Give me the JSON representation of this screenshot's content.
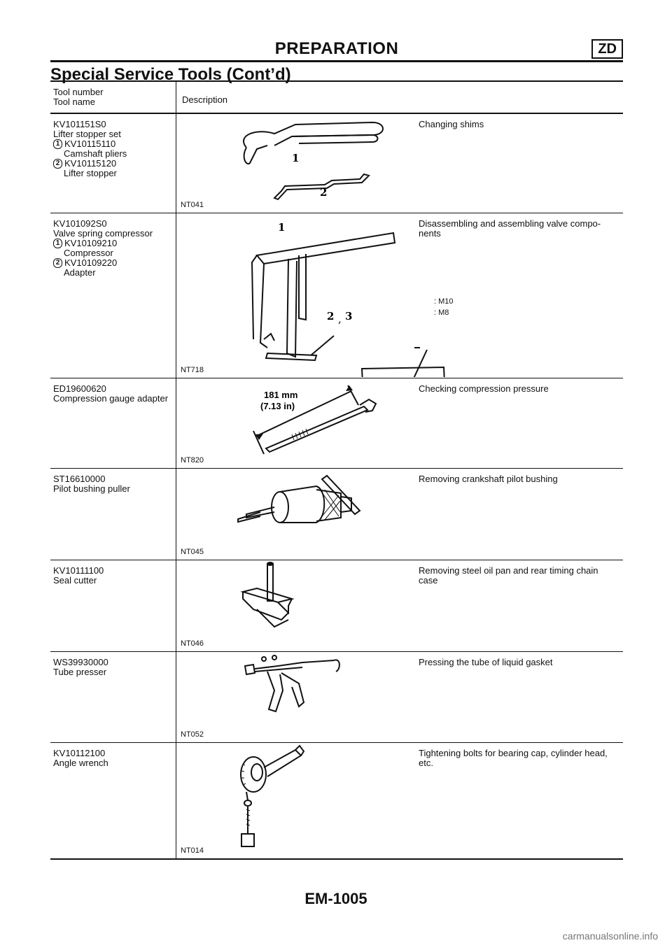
{
  "header": {
    "title": "PREPARATION",
    "section": "ZD",
    "subtitle": "Special Service Tools (Cont’d)"
  },
  "table": {
    "col1_header_line1": "Tool number",
    "col1_header_line2": "Tool name",
    "col2_header": "Description",
    "rows": [
      {
        "number": "KV101151S0",
        "name": "Lifter stopper set",
        "parts": [
          {
            "mark": "1",
            "number": "KV10115110",
            "name": "Camshaft pliers"
          },
          {
            "mark": "2",
            "number": "KV10115120",
            "name": "Lifter stopper"
          }
        ],
        "figure": "NT041",
        "description": "Changing shims"
      },
      {
        "number": "KV101092S0",
        "name": "Valve spring compressor",
        "parts": [
          {
            "mark": "1",
            "number": "KV10109210",
            "name": "Compressor"
          },
          {
            "mark": "2",
            "number": "KV10109220",
            "name": "Adapter"
          }
        ],
        "figure": "NT718",
        "description": "Disassembling and assembling valve compo-nents",
        "callouts": {
          "m10": ": M10",
          "m8": ": M8",
          "mark1": "1",
          "mark2": "2",
          "mark3": "3",
          "comma": ","
        }
      },
      {
        "number": "ED19600620",
        "name": "Compression gauge adapter",
        "figure": "NT820",
        "description": "Checking compression pressure",
        "dim_mm": "181 mm",
        "dim_in": "(7.13 in)"
      },
      {
        "number": "ST16610000",
        "name": "Pilot bushing puller",
        "figure": "NT045",
        "description": "Removing crankshaft pilot bushing"
      },
      {
        "number": "KV10111100",
        "name": "Seal cutter",
        "figure": "NT046",
        "description": "Removing steel oil pan and rear timing chain case"
      },
      {
        "number": "WS39930000",
        "name": "Tube presser",
        "figure": "NT052",
        "description": "Pressing the tube of liquid gasket"
      },
      {
        "number": "KV10112100",
        "name": "Angle wrench",
        "figure": "NT014",
        "description": "Tightening bolts for bearing cap, cylinder head, etc."
      }
    ]
  },
  "footer": {
    "page": "EM-1005"
  },
  "watermark": "carmanualsonline.info"
}
